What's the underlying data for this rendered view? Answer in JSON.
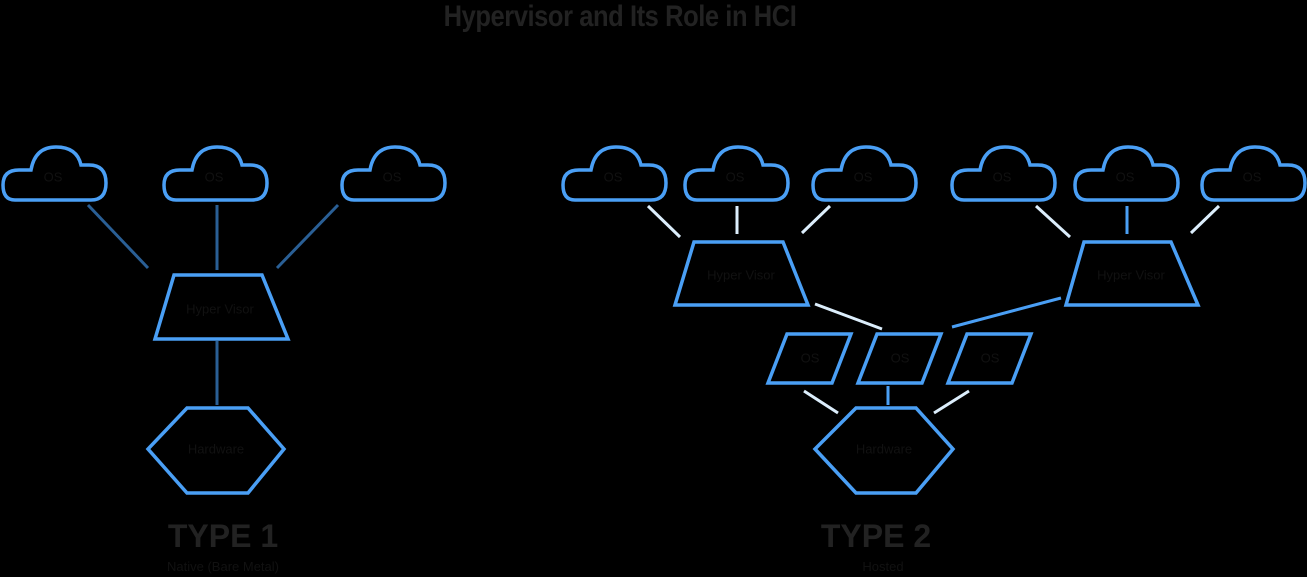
{
  "title": "Hypervisor and Its Role in HCI",
  "colors": {
    "shape_stroke": "#4a9ff5",
    "type1_connector": "#2a5f95",
    "type2_connector_light": "#dceefc",
    "type2_connector_blue": "#4a9ff5",
    "text": "#222222"
  },
  "type1": {
    "heading": "TYPE 1",
    "subtitle": "Native (Bare Metal)",
    "guests": [
      {
        "label": "OS"
      },
      {
        "label": "OS"
      },
      {
        "label": "OS"
      }
    ],
    "hypervisor": {
      "label": "Hyper Visor"
    },
    "hardware": {
      "label": "Hardware"
    }
  },
  "type2": {
    "heading": "TYPE 2",
    "subtitle": "Hosted",
    "left_guests": [
      {
        "label": "OS"
      },
      {
        "label": "OS"
      },
      {
        "label": "OS"
      }
    ],
    "right_guests": [
      {
        "label": "OS"
      },
      {
        "label": "OS"
      },
      {
        "label": "OS"
      }
    ],
    "left_hypervisor": {
      "label": "Hyper Visor"
    },
    "right_hypervisor": {
      "label": "Hyper Visor"
    },
    "host_os": [
      {
        "label": "OS"
      },
      {
        "label": "OS"
      },
      {
        "label": "OS"
      }
    ],
    "hardware": {
      "label": "Hardware"
    }
  }
}
